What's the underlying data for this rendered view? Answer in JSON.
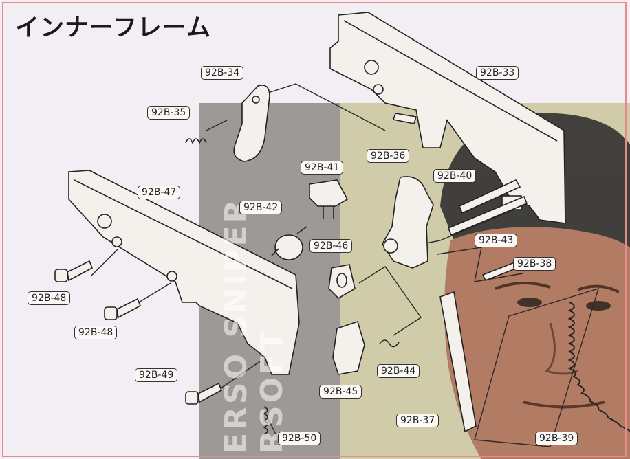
{
  "title": "インナーフレーム",
  "parts": {
    "p33": "92B-33",
    "p34": "92B-34",
    "p35": "92B-35",
    "p36": "92B-36",
    "p37": "92B-37",
    "p38": "92B-38",
    "p39": "92B-39",
    "p40": "92B-40",
    "p41": "92B-41",
    "p42": "92B-42",
    "p43": "92B-43",
    "p44": "92B-44",
    "p45": "92B-45",
    "p46": "92B-46",
    "p47": "92B-47",
    "p48a": "92B-48",
    "p48b": "92B-48",
    "p49": "92B-49",
    "p50": "92B-50"
  },
  "watermark": {
    "line1": "ERSO SNIPER",
    "line2": "RSOFT"
  },
  "colors": {
    "border": "#e8898c",
    "part_fill": "#f4f1ec",
    "line": "#2a2a2a",
    "overlay_grey": "#8c8a86",
    "overlay_olive": "#c7c39a"
  }
}
